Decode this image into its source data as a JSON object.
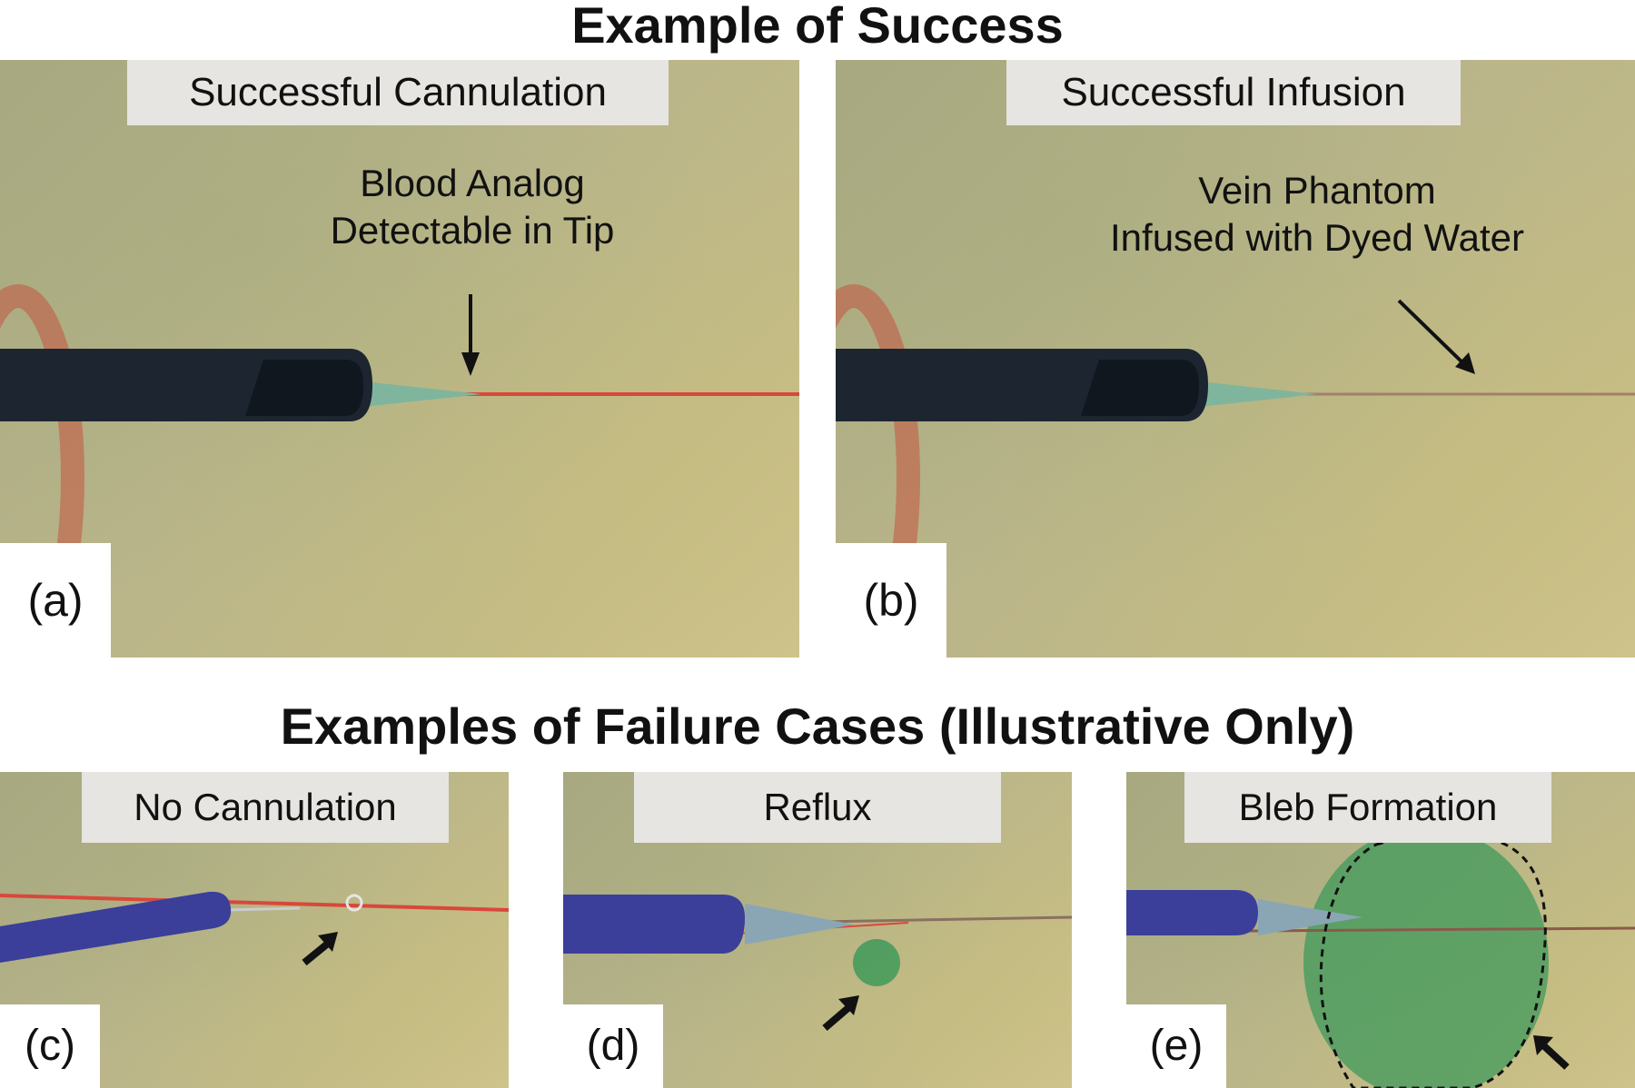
{
  "headings": {
    "top": "Example of Success",
    "bottom": "Examples of Failure Cases (Illustrative Only)"
  },
  "panels": {
    "a": {
      "letter": "(a)",
      "label": "Successful Cannulation",
      "note_line1": "Blood Analog",
      "note_line2": "Detectable in Tip"
    },
    "b": {
      "letter": "(b)",
      "label": "Successful Infusion",
      "note_line1": "Vein Phantom",
      "note_line2": "Infused with Dyed Water"
    },
    "c": {
      "letter": "(c)",
      "label": "No Cannulation"
    },
    "d": {
      "letter": "(d)",
      "label": "Reflux"
    },
    "e": {
      "letter": "(e)",
      "label": "Bleb Formation"
    }
  },
  "colors": {
    "vein": "#d9473b",
    "needle_tip": "#7fb59c",
    "bleb": "#3f9a5b",
    "cannula_body": "#1c2530",
    "cannula_blue": "#3b3f9a"
  }
}
